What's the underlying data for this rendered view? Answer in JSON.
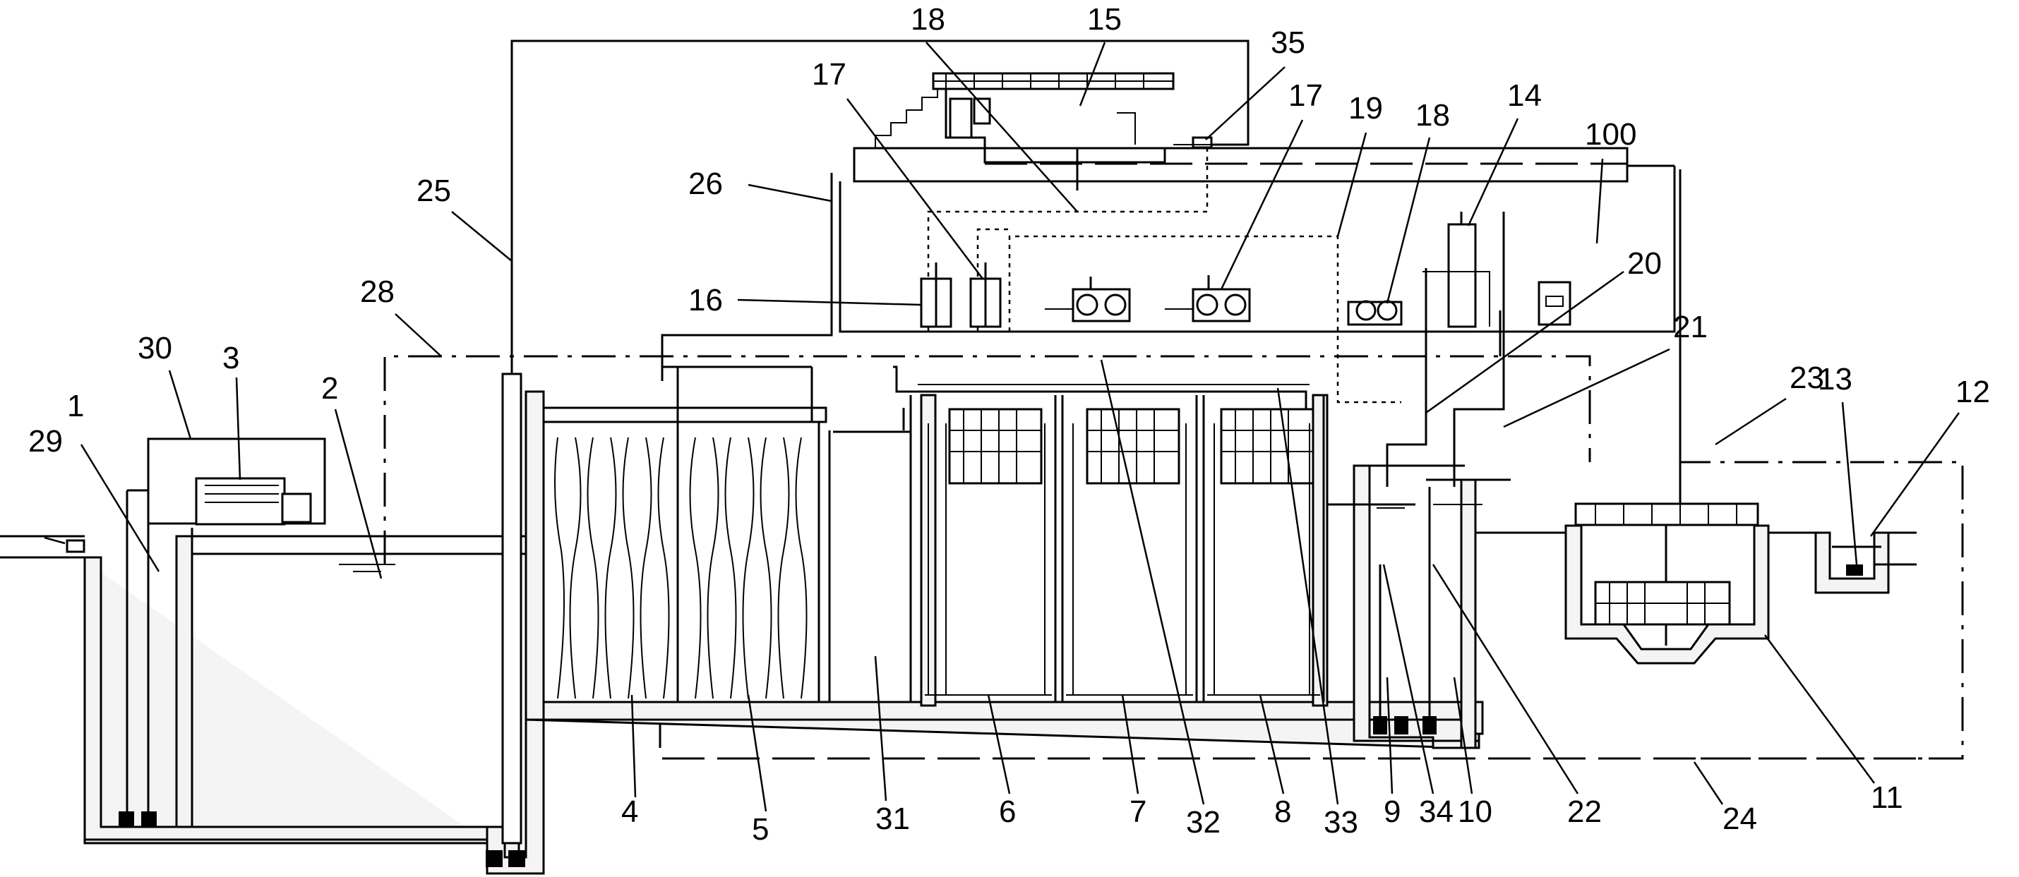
{
  "labels": {
    "l1": "1",
    "l2": "2",
    "l3": "3",
    "l4": "4",
    "l5": "5",
    "l6": "6",
    "l7": "7",
    "l8": "8",
    "l9": "9",
    "l10": "10",
    "l11": "11",
    "l12": "12",
    "l13": "13",
    "l14": "14",
    "l15": "15",
    "l16": "16",
    "l17a": "17",
    "l17b": "17",
    "l18a": "18",
    "l18b": "18",
    "l19": "19",
    "l20": "20",
    "l21": "21",
    "l22": "22",
    "l23": "23",
    "l24": "24",
    "l25": "25",
    "l26": "26",
    "l28": "28",
    "l29": "29",
    "l30": "30",
    "l31": "31",
    "l32": "32",
    "l33": "33",
    "l34": "34",
    "l35": "35",
    "l100": "100"
  }
}
